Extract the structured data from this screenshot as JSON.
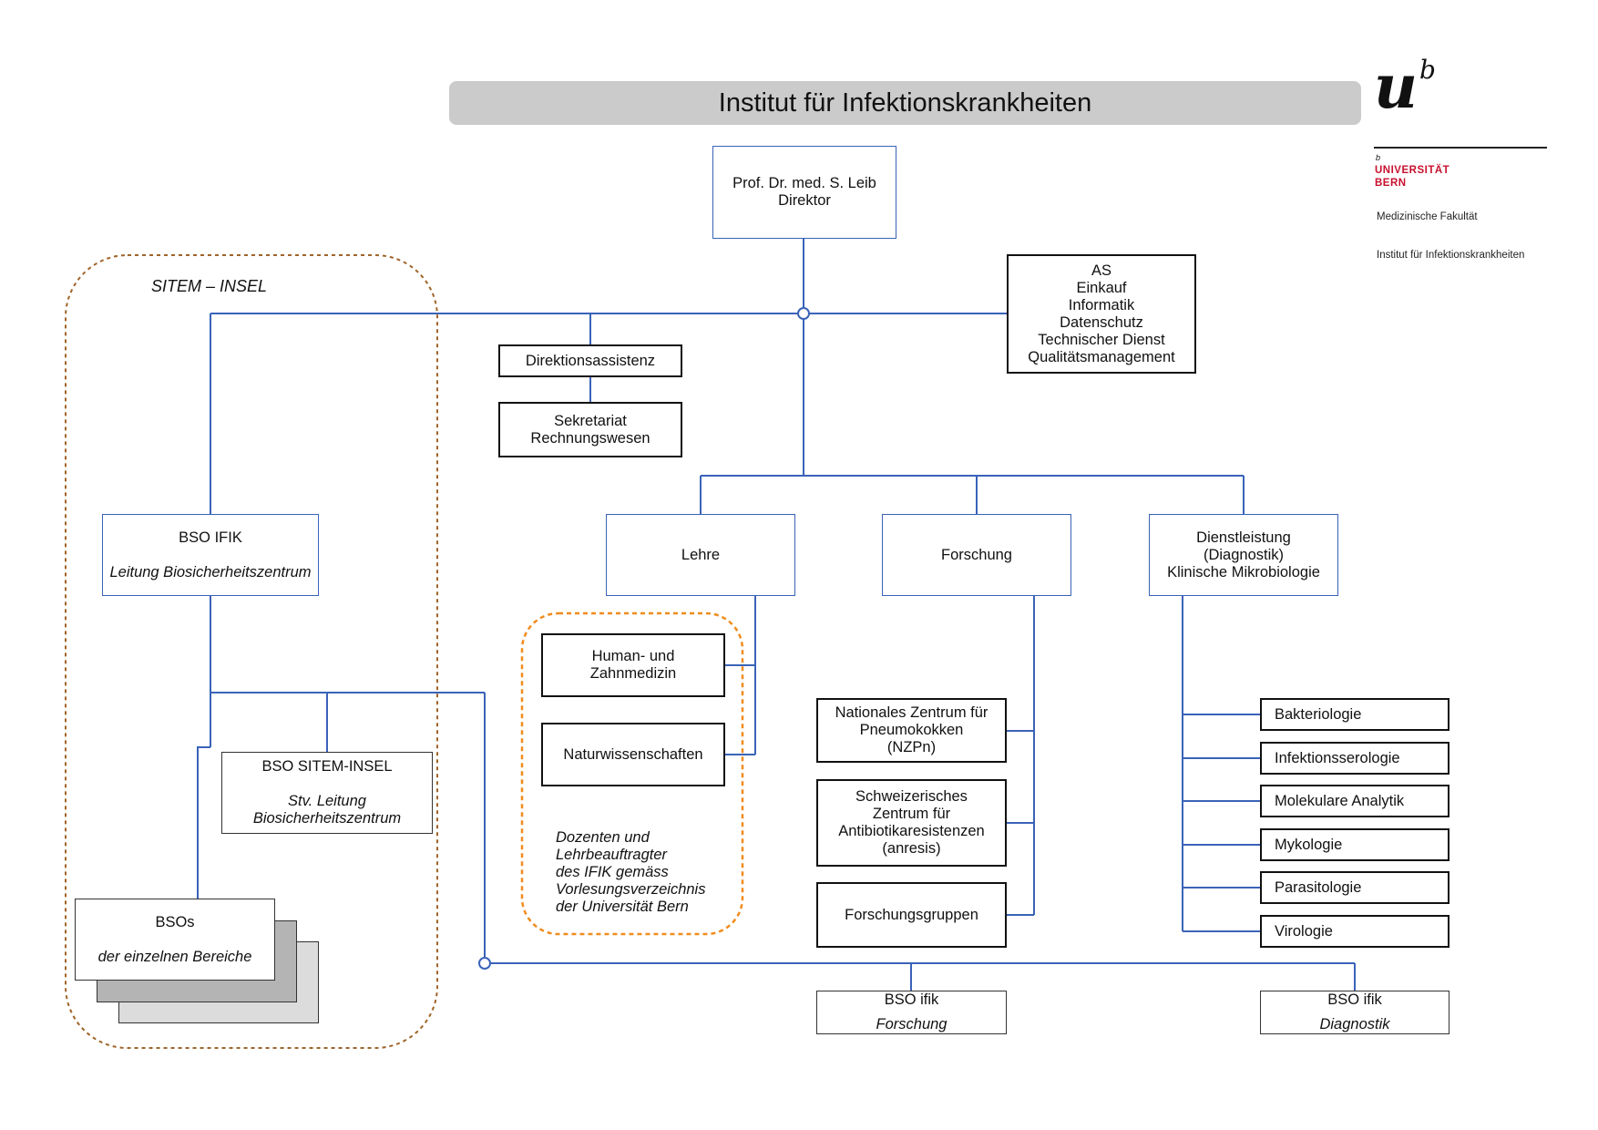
{
  "title": "Institut für Infektionskrankheiten",
  "logo": {
    "mark": "u",
    "superscript": "b",
    "small_b": "b",
    "university_line1": "UNIVERSITÄT",
    "university_line2": "BERN",
    "faculty": "Medizinische Fakultät",
    "institute": "Institut für Infektionskrankheiten",
    "accent_color": "#c8102e"
  },
  "director": {
    "name": "Prof. Dr. med. S. Leib",
    "role": "Direktor"
  },
  "staff_functions": [
    "AS",
    "Einkauf",
    "Informatik",
    "Datenschutz",
    "Technischer Dienst",
    "Qualitätsmanagement"
  ],
  "assistance": {
    "direktion": "Direktionsassistenz",
    "sekretariat_line1": "Sekretariat",
    "sekretariat_line2": "Rechnungswesen"
  },
  "sitem_label": "SITEM – INSEL",
  "bso_ifik": {
    "title": "BSO IFIK",
    "subtitle": "Leitung Biosicherheitszentrum"
  },
  "bso_sitem": {
    "title": "BSO SITEM-INSEL",
    "subtitle_line1": "Stv. Leitung",
    "subtitle_line2": "Biosicherheitszentrum"
  },
  "bsos": {
    "title": "BSOs",
    "subtitle": "der einzelnen Bereiche"
  },
  "departments": {
    "lehre": "Lehre",
    "forschung": "Forschung",
    "dienstleistung_line1": "Dienstleistung",
    "dienstleistung_line2": "(Diagnostik)",
    "dienstleistung_line3": "Klinische Mikrobiologie"
  },
  "lehre_units": {
    "human_line1": "Human- und",
    "human_line2": "Zahnmedizin",
    "natur": "Naturwissenschaften",
    "note": [
      "Dozenten und",
      "Lehrbeauftragter",
      "des IFIK gemäss",
      "Vorlesungsverzeichnis",
      "der Universität Bern"
    ]
  },
  "forschung_units": {
    "nzpn": [
      "Nationales Zentrum für",
      "Pneumokokken",
      "(NZPn)"
    ],
    "anresis": [
      "Schweizerisches",
      "Zentrum für",
      "Antibiotikaresistenzen",
      "(anresis)"
    ],
    "gruppen": "Forschungsgruppen"
  },
  "diagnostik_units": [
    "Bakteriologie",
    "Infektionsserologie",
    "Molekulare Analytik",
    "Mykologie",
    "Parasitologie",
    "Virologie"
  ],
  "bso_forschung": {
    "title": "BSO ifik",
    "subtitle": "Forschung"
  },
  "bso_diagnostik": {
    "title": "BSO ifik",
    "subtitle": "Diagnostik"
  },
  "colors": {
    "line": "#3a63b8",
    "title_bar": "#cbcbcb",
    "sitem_border": "#a0642a",
    "lehre_border": "#f08c1e"
  }
}
